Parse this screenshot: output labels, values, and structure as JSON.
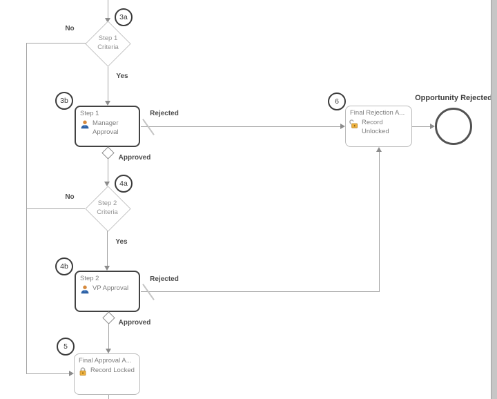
{
  "nodes": {
    "decision1": {
      "badge": "3a",
      "lines": [
        "Step 1",
        "Criteria"
      ]
    },
    "step1": {
      "badge": "3b",
      "title": "Step 1",
      "lines": [
        "Manager",
        "Approval"
      ]
    },
    "decision2": {
      "badge": "4a",
      "lines": [
        "Step 2",
        "Criteria"
      ]
    },
    "step2": {
      "badge": "4b",
      "title": "Step 2",
      "lines": [
        "VP Approval"
      ]
    },
    "final_approval": {
      "badge": "5",
      "title": "Final Approval A...",
      "lines": [
        "Record Locked"
      ]
    },
    "final_rejection": {
      "badge": "6",
      "title": "Final Rejection A...",
      "lines": [
        "Record",
        "Unlocked"
      ]
    },
    "end": {
      "label": "Opportunity Rejected"
    }
  },
  "edges": {
    "decision1_no": "No",
    "decision1_yes": "Yes",
    "step1_rejected": "Rejected",
    "step1_approved": "Approved",
    "decision2_no": "No",
    "decision2_yes": "Yes",
    "step2_rejected": "Rejected",
    "step2_approved": "Approved"
  },
  "icons": {
    "step1": "user-icon",
    "step2": "user-icon",
    "final_approval": "lock-closed-icon",
    "final_rejection": "lock-open-icon"
  },
  "colors": {
    "step_box_border": "#424242",
    "final_box_border": "#bababa",
    "connector": "#a3a3a3",
    "edge_label": "#4c4c4c",
    "node_text": "#7d7d7d",
    "badge_border": "#3b3b3b",
    "lock_body": "#eeb13f",
    "user_head": "#d6893c",
    "user_body": "#2e62a6"
  }
}
